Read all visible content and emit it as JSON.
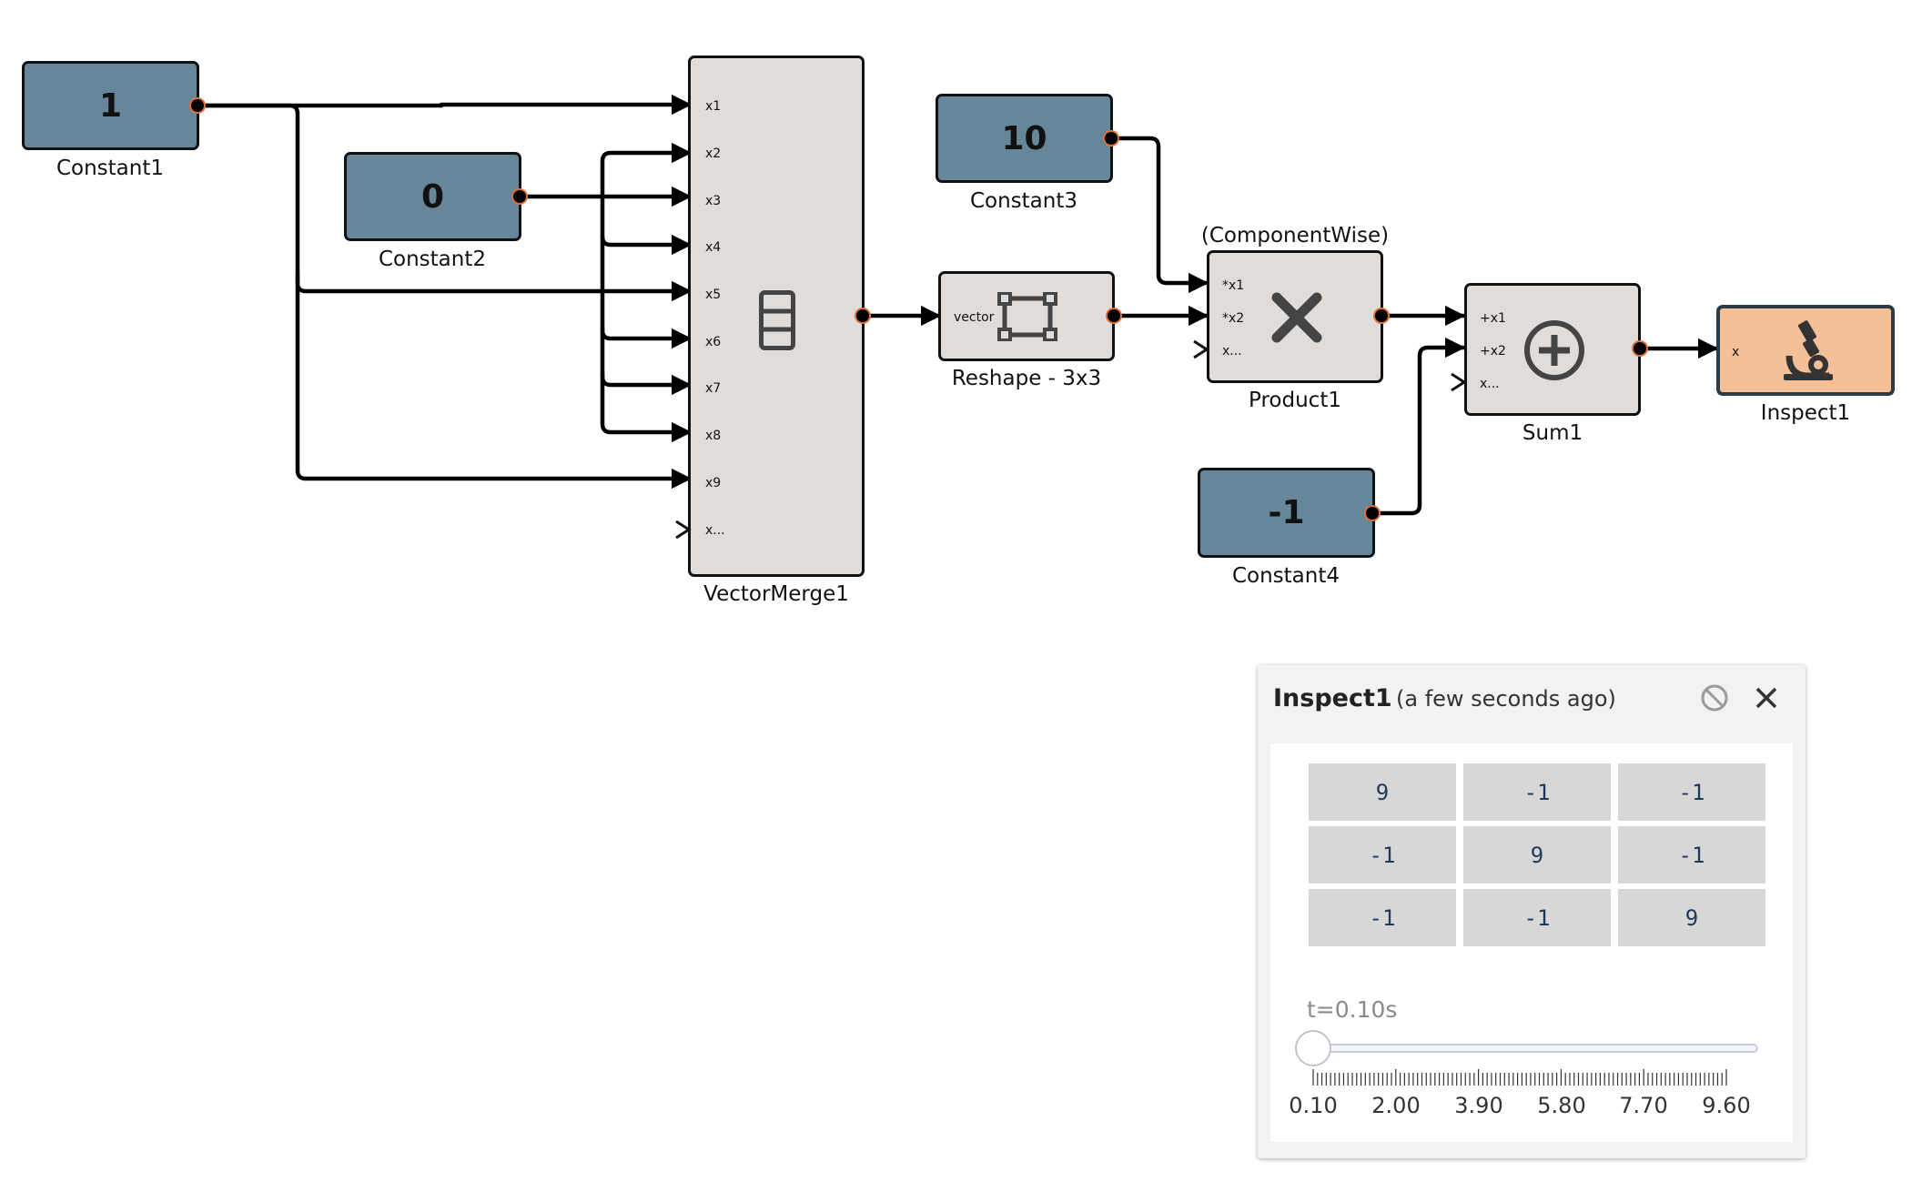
{
  "blocks": {
    "constant1": {
      "value": "1",
      "label": "Constant1"
    },
    "constant2": {
      "value": "0",
      "label": "Constant2"
    },
    "constant3": {
      "value": "10",
      "label": "Constant3"
    },
    "constant4": {
      "value": "-1",
      "label": "Constant4"
    },
    "vectormerge": {
      "label": "VectorMerge1",
      "ports": [
        "x1",
        "x2",
        "x3",
        "x4",
        "x5",
        "x6",
        "x7",
        "x8",
        "x9",
        "x..."
      ]
    },
    "reshape": {
      "label": "Reshape - 3x3",
      "port": "vector"
    },
    "product": {
      "label": "Product1",
      "mode": "(ComponentWise)",
      "ports": [
        "*x1",
        "*x2",
        "x..."
      ]
    },
    "sum": {
      "label": "Sum1",
      "ports": [
        "+x1",
        "+x2",
        "x..."
      ]
    },
    "inspect": {
      "label": "Inspect1",
      "port": "x"
    }
  },
  "panel": {
    "title": "Inspect1",
    "time_ago": "(a few seconds ago)",
    "matrix": [
      [
        "9",
        "-1",
        "-1"
      ],
      [
        "-1",
        "9",
        "-1"
      ],
      [
        "-1",
        "-1",
        "9"
      ]
    ],
    "time_label": "t=0.10s",
    "slider": {
      "min": 0.1,
      "max": 9.6,
      "value": 0.1
    },
    "ticks": [
      "0.10",
      "2.00",
      "3.90",
      "5.80",
      "7.70",
      "9.60"
    ]
  },
  "colors": {
    "constant": "#668799",
    "block": "#e0dcda",
    "inspect": "#f5bf98"
  }
}
